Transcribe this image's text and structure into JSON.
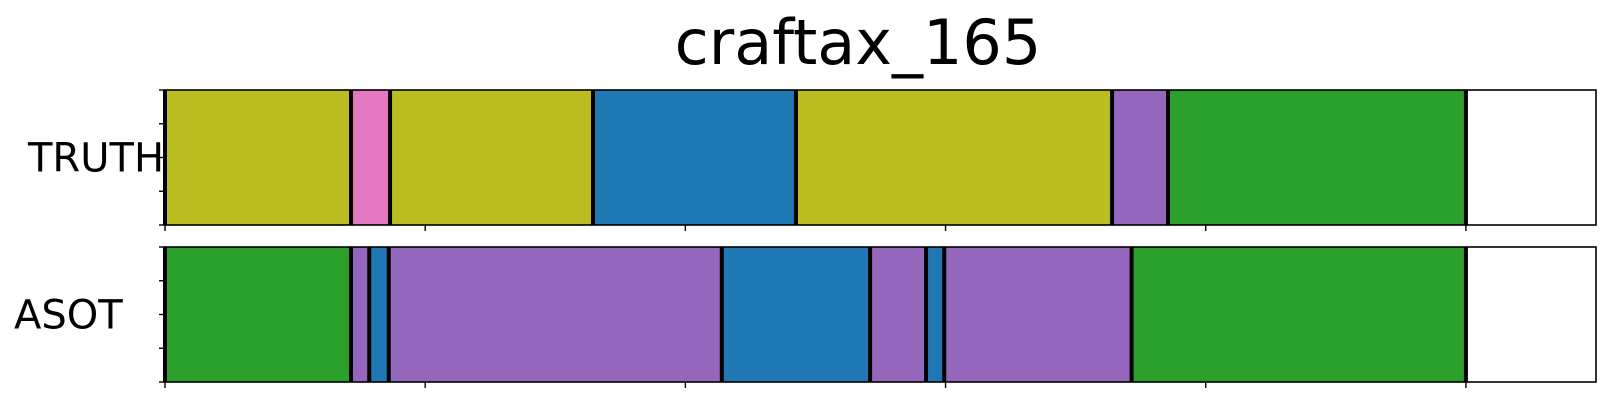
{
  "chart_data": {
    "type": "segmentation",
    "title": "craftax_165",
    "xlim": [
      0,
      1100
    ],
    "rows": [
      {
        "label": "TRUTH",
        "segments": [
          {
            "start": 0,
            "end": 143,
            "color": "#bcbd22"
          },
          {
            "start": 143,
            "end": 173,
            "color": "#e377c2"
          },
          {
            "start": 173,
            "end": 329,
            "color": "#bcbd22"
          },
          {
            "start": 329,
            "end": 485,
            "color": "#1f77b4"
          },
          {
            "start": 485,
            "end": 728,
            "color": "#bcbd22"
          },
          {
            "start": 728,
            "end": 771,
            "color": "#9467bd"
          },
          {
            "start": 771,
            "end": 1000,
            "color": "#2ca02c"
          }
        ]
      },
      {
        "label": "ASOT",
        "segments": [
          {
            "start": 0,
            "end": 143,
            "color": "#2ca02c"
          },
          {
            "start": 143,
            "end": 157,
            "color": "#9467bd"
          },
          {
            "start": 157,
            "end": 172,
            "color": "#1f77b4"
          },
          {
            "start": 172,
            "end": 428,
            "color": "#9467bd"
          },
          {
            "start": 428,
            "end": 542,
            "color": "#1f77b4"
          },
          {
            "start": 542,
            "end": 585,
            "color": "#9467bd"
          },
          {
            "start": 585,
            "end": 599,
            "color": "#1f77b4"
          },
          {
            "start": 599,
            "end": 743,
            "color": "#9467bd"
          },
          {
            "start": 743,
            "end": 1000,
            "color": "#2ca02c"
          }
        ]
      }
    ],
    "xticks": [
      0,
      200,
      400,
      600,
      800,
      1000
    ],
    "y_tick_count": 5,
    "boundary_color": "#000000"
  }
}
